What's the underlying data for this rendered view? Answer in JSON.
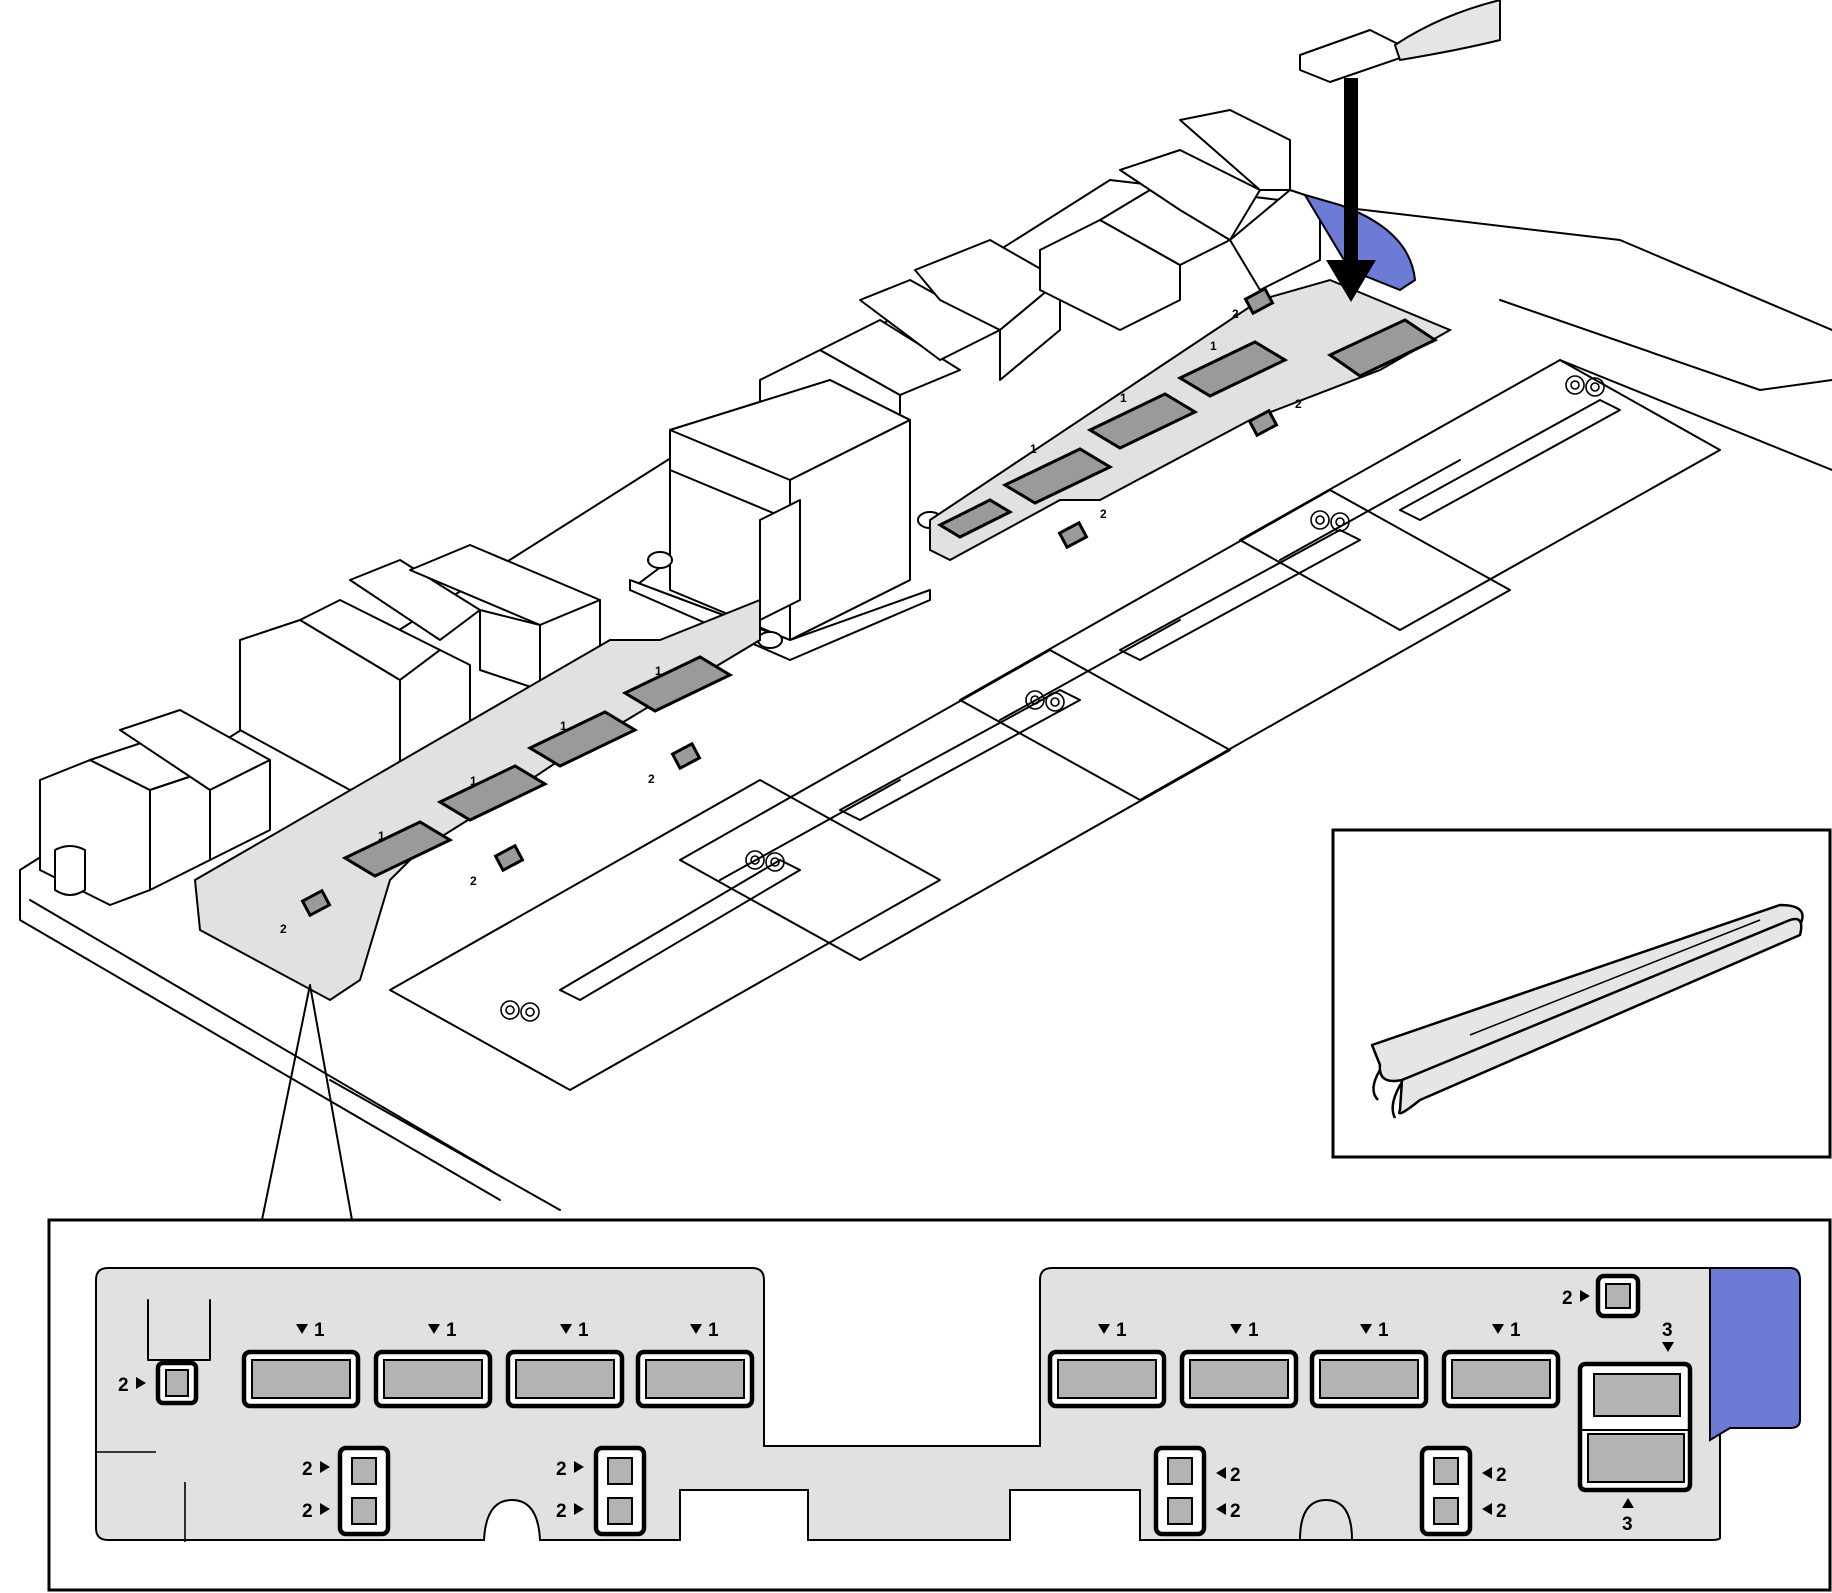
{
  "callouts": {
    "step1": "1",
    "step2": "2",
    "step3": "3"
  },
  "colors": {
    "pad_gray": "#9a9a9a",
    "plate_gray": "#e1e1e1",
    "highlight_blue": "#6b7bd6",
    "line": "#000000"
  },
  "icons": {
    "tool": "tweezers-icon",
    "direction": "install-arrow-icon"
  }
}
